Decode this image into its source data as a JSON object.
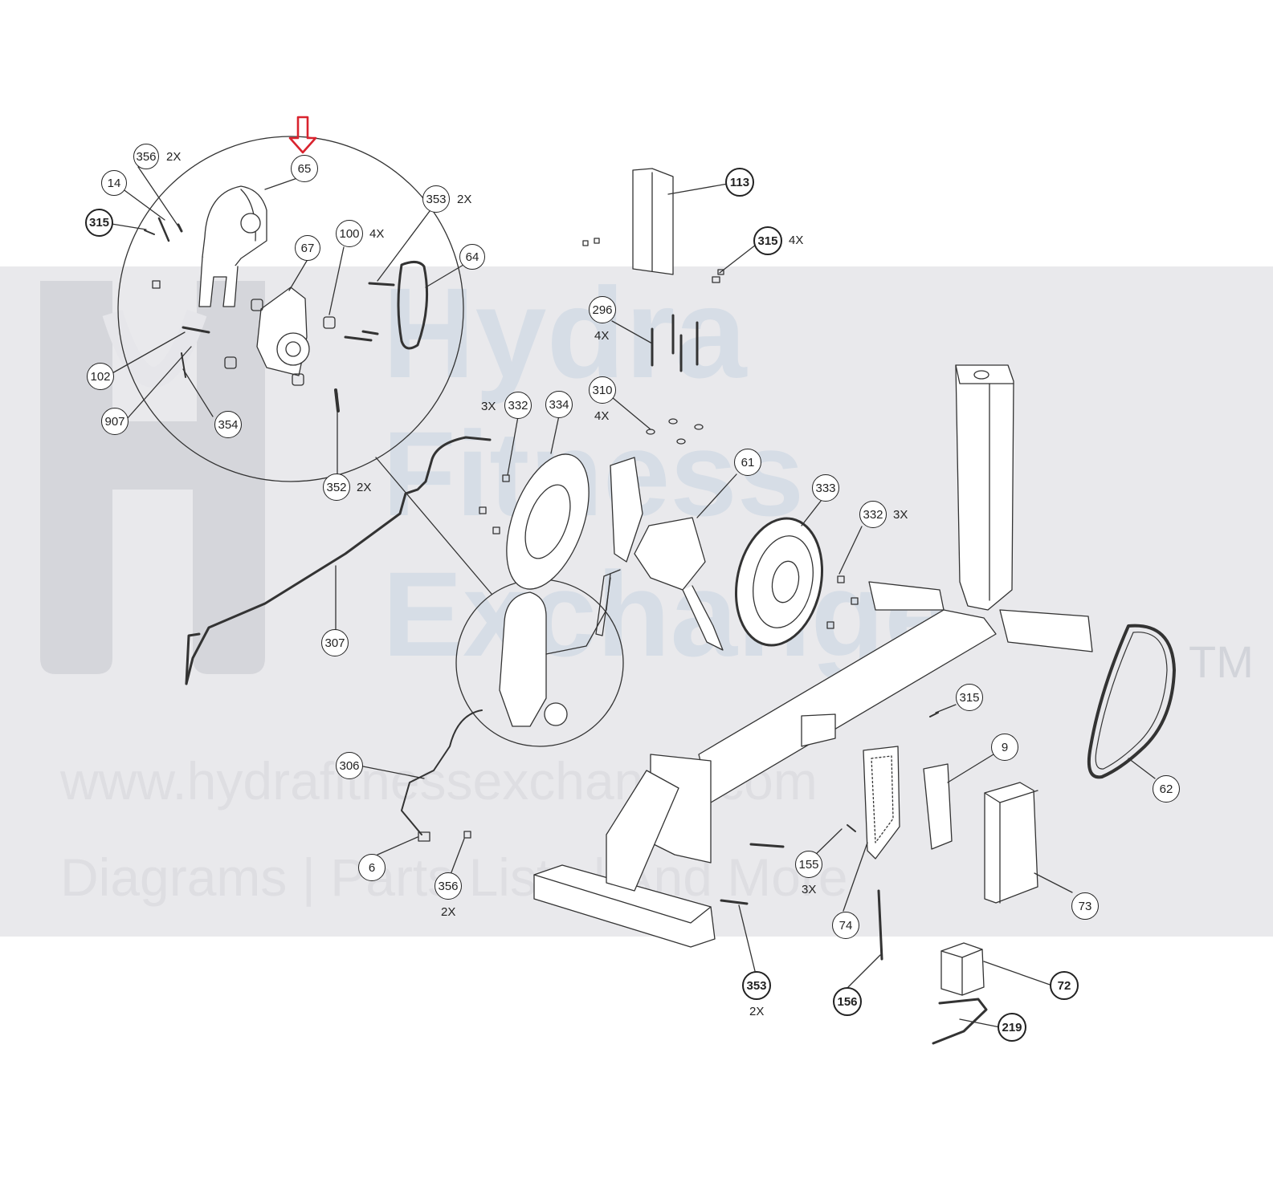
{
  "watermark": {
    "brand_lines": [
      "Hydra",
      "Fitness",
      "Exchange"
    ],
    "trademark": "TM",
    "url": "www.hydrafitnessexchange.com",
    "tagline": "Diagrams | Parts Lists | And More"
  },
  "colors": {
    "highlight_arrow": "#d9232e",
    "line": "#333333",
    "watermark_band": "#e9e9ec",
    "watermark_text": "#d6dde6"
  },
  "callouts": [
    {
      "label": "356",
      "qty": "2X"
    },
    {
      "label": "65"
    },
    {
      "label": "14"
    },
    {
      "label": "353",
      "qty": "2X"
    },
    {
      "label": "315"
    },
    {
      "label": "100",
      "qty": "4X"
    },
    {
      "label": "67"
    },
    {
      "label": "64"
    },
    {
      "label": "102"
    },
    {
      "label": "907"
    },
    {
      "label": "354"
    },
    {
      "label": "352",
      "qty": "2X"
    },
    {
      "label": "113"
    },
    {
      "label": "315",
      "qty": "4X"
    },
    {
      "label": "296",
      "qty": "4X"
    },
    {
      "label": "310",
      "qty": "4X"
    },
    {
      "label": "332",
      "qty": "3X"
    },
    {
      "label": "334"
    },
    {
      "label": "61"
    },
    {
      "label": "333"
    },
    {
      "label": "332",
      "qty": "3X"
    },
    {
      "label": "307"
    },
    {
      "label": "315"
    },
    {
      "label": "9"
    },
    {
      "label": "62"
    },
    {
      "label": "306"
    },
    {
      "label": "6"
    },
    {
      "label": "356",
      "qty": "2X"
    },
    {
      "label": "155",
      "qty": "3X"
    },
    {
      "label": "74"
    },
    {
      "label": "73"
    },
    {
      "label": "353",
      "qty": "2X"
    },
    {
      "label": "156"
    },
    {
      "label": "72"
    },
    {
      "label": "219"
    }
  ]
}
